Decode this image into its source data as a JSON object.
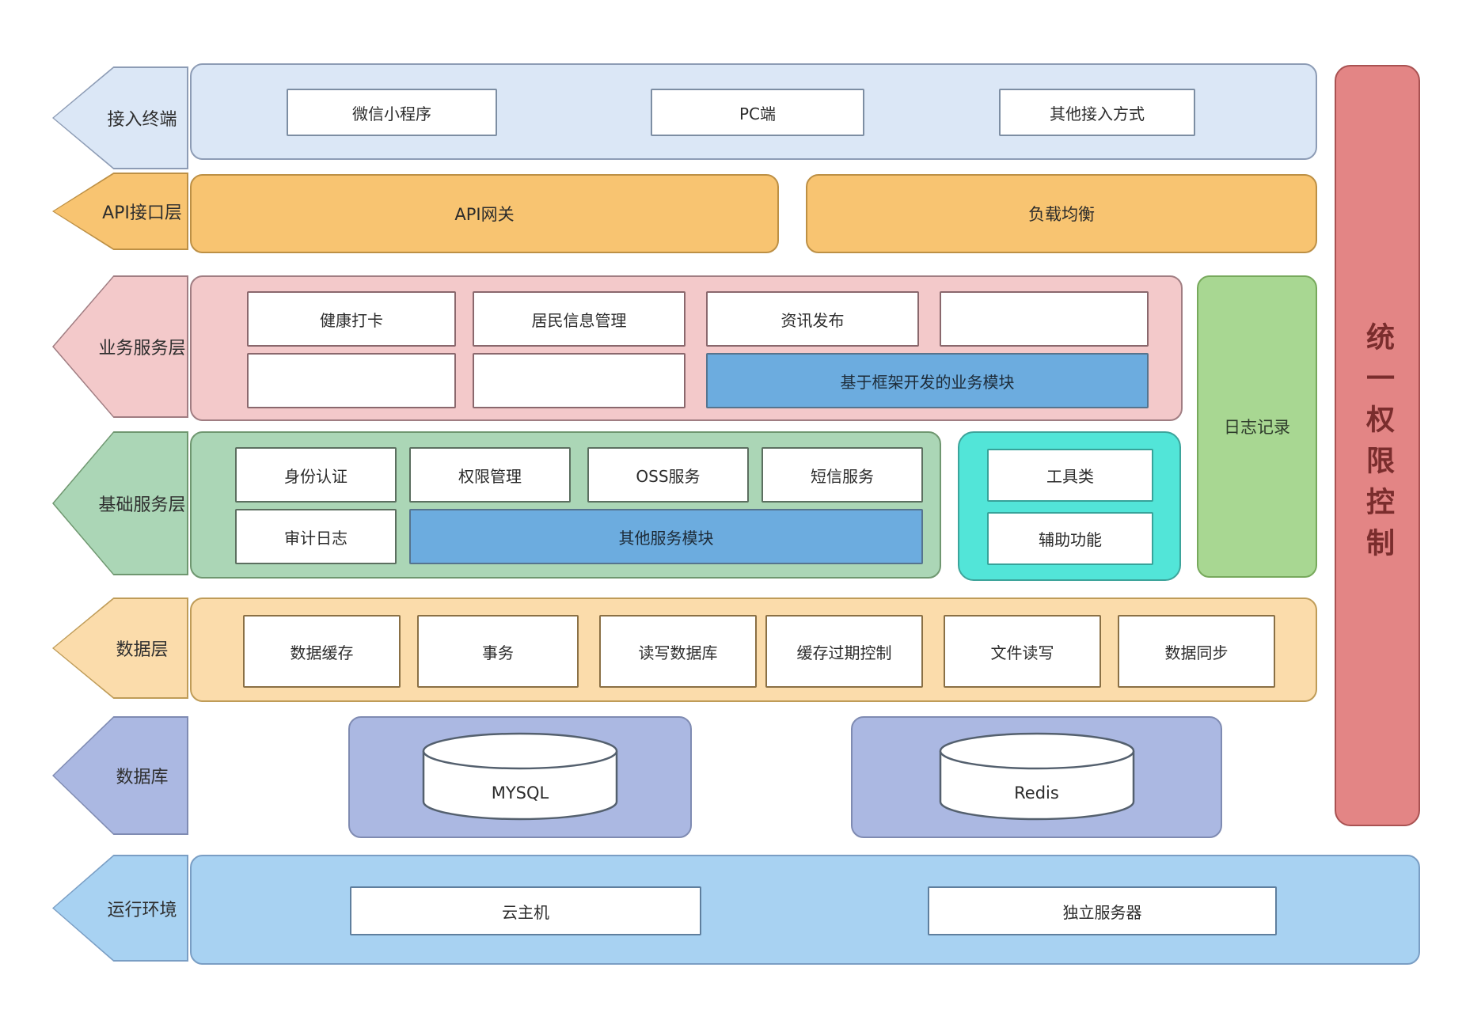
{
  "layers": [
    {
      "label": "接入终端",
      "boxes": [
        "微信小程序",
        "PC端",
        "其他接入方式"
      ]
    },
    {
      "label": "API接口层",
      "gateway": "API网关",
      "load_balancer": "负载均衡"
    },
    {
      "label": "业务服务层",
      "row1": [
        "健康打卡",
        "居民信息管理",
        "资讯发布",
        ""
      ],
      "row2": [
        "",
        ""
      ],
      "framework_module": "基于框架开发的业务模块"
    },
    {
      "label": "基础服务层",
      "row1": [
        "身份认证",
        "权限管理",
        "OSS服务",
        "短信服务"
      ],
      "audit_log": "审计日志",
      "other_module": "其他服务模块",
      "utility_boxes": [
        "工具类",
        "辅助功能"
      ]
    },
    {
      "label": "数据层",
      "boxes": [
        "数据缓存",
        "事务",
        "读写数据库",
        "缓存过期控制",
        "文件读写",
        "数据同步"
      ]
    },
    {
      "label": "数据库",
      "databases": [
        "MYSQL",
        "Redis"
      ]
    },
    {
      "label": "运行环境",
      "boxes": [
        "云主机",
        "独立服务器"
      ]
    }
  ],
  "log_box_label": "日志记录",
  "right_bar_label": "统一权限控制",
  "colors": {
    "access_fill": "#dbe7f6",
    "access_stroke": "#8d9cb5",
    "api_fill": "#f8c471",
    "api_stroke": "#bd9045",
    "business_fill": "#f3c9ca",
    "business_stroke": "#a07d82",
    "base_fill": "#abd6b6",
    "base_stroke": "#6f9770",
    "tool_fill": "#52e5d8",
    "tool_stroke": "#3da49b",
    "log_fill": "#a8d792",
    "log_stroke": "#77a95c",
    "data_fill": "#fbdcab",
    "data_stroke": "#bf9c58",
    "db_fill": "#abb8e2",
    "db_stroke": "#7f8bb2",
    "runtime_fill": "#a8d2f2",
    "runtime_stroke": "#7a9ec4",
    "module_blue_fill": "#6cacdf",
    "permission_bar_fill": "#e38585",
    "permission_bar_stroke": "#a95252",
    "permission_text": "#7a2d2d"
  }
}
